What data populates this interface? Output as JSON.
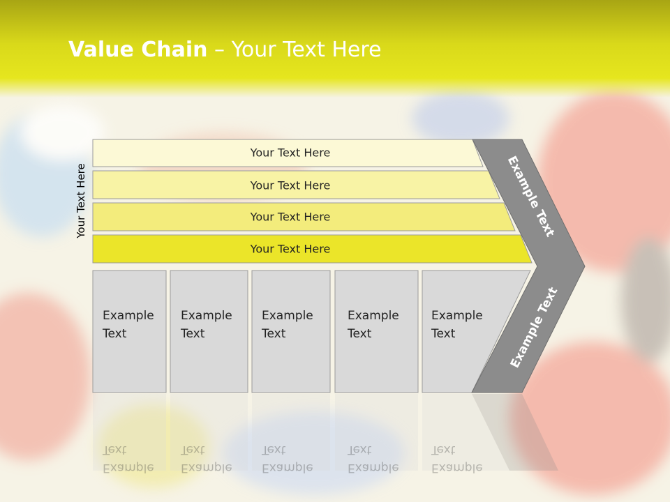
{
  "slide": {
    "title_bold": "Value Chain",
    "title_rest": " – Your Text Here",
    "side_label": "Your Text Here"
  },
  "bars": [
    {
      "label": "Your Text Here",
      "color": "#fcf9d6"
    },
    {
      "label": "Your Text Here",
      "color": "#f8f3a5"
    },
    {
      "label": "Your Text Here",
      "color": "#f3ec7c"
    },
    {
      "label": "Your Text Here",
      "color": "#ebe529"
    }
  ],
  "boxes": [
    {
      "line1": "Example",
      "line2": "Text"
    },
    {
      "line1": "Example",
      "line2": "Text"
    },
    {
      "line1": "Example",
      "line2": "Text"
    },
    {
      "line1": "Example",
      "line2": "Text"
    },
    {
      "line1": "Example",
      "line2": "Text"
    }
  ],
  "chevron": {
    "upper_text": "Example Text",
    "lower_text": "Example Text",
    "color": "#8c8c8c"
  },
  "colors": {
    "header": "#d9d91a",
    "box_fill": "#d9d9d9"
  }
}
